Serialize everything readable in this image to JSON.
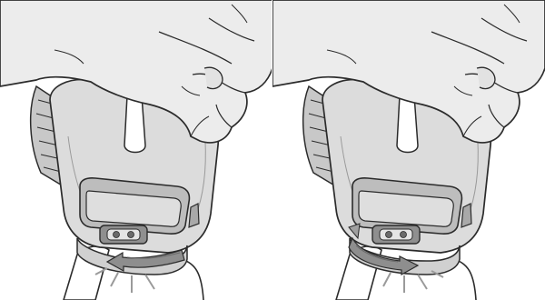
{
  "figure": {
    "panels": [
      {
        "subject": "hand-mounted-scanner",
        "action": "rotate-trigger-ring",
        "rotation_direction": "counterclockwise-arrow-on-front"
      },
      {
        "subject": "hand-mounted-scanner",
        "action": "rotate-trigger-ring",
        "rotation_direction": "clockwise-arrow-on-front"
      }
    ]
  },
  "colors": {
    "line": "#2b2b2b",
    "glove": "#e6e6e6",
    "glove_shadow": "#c8c8c8",
    "device_body": "#d9d9d9",
    "device_shade": "#b5b5b5",
    "device_dark": "#8a8a8a",
    "arrow": "#8e8e8e",
    "arrow_dark": "#6a6a6a",
    "background": "#ffffff"
  },
  "icons": [
    "hand-icon",
    "scanner-device-icon",
    "rotation-arrow-icon",
    "click-burst-icon"
  ]
}
